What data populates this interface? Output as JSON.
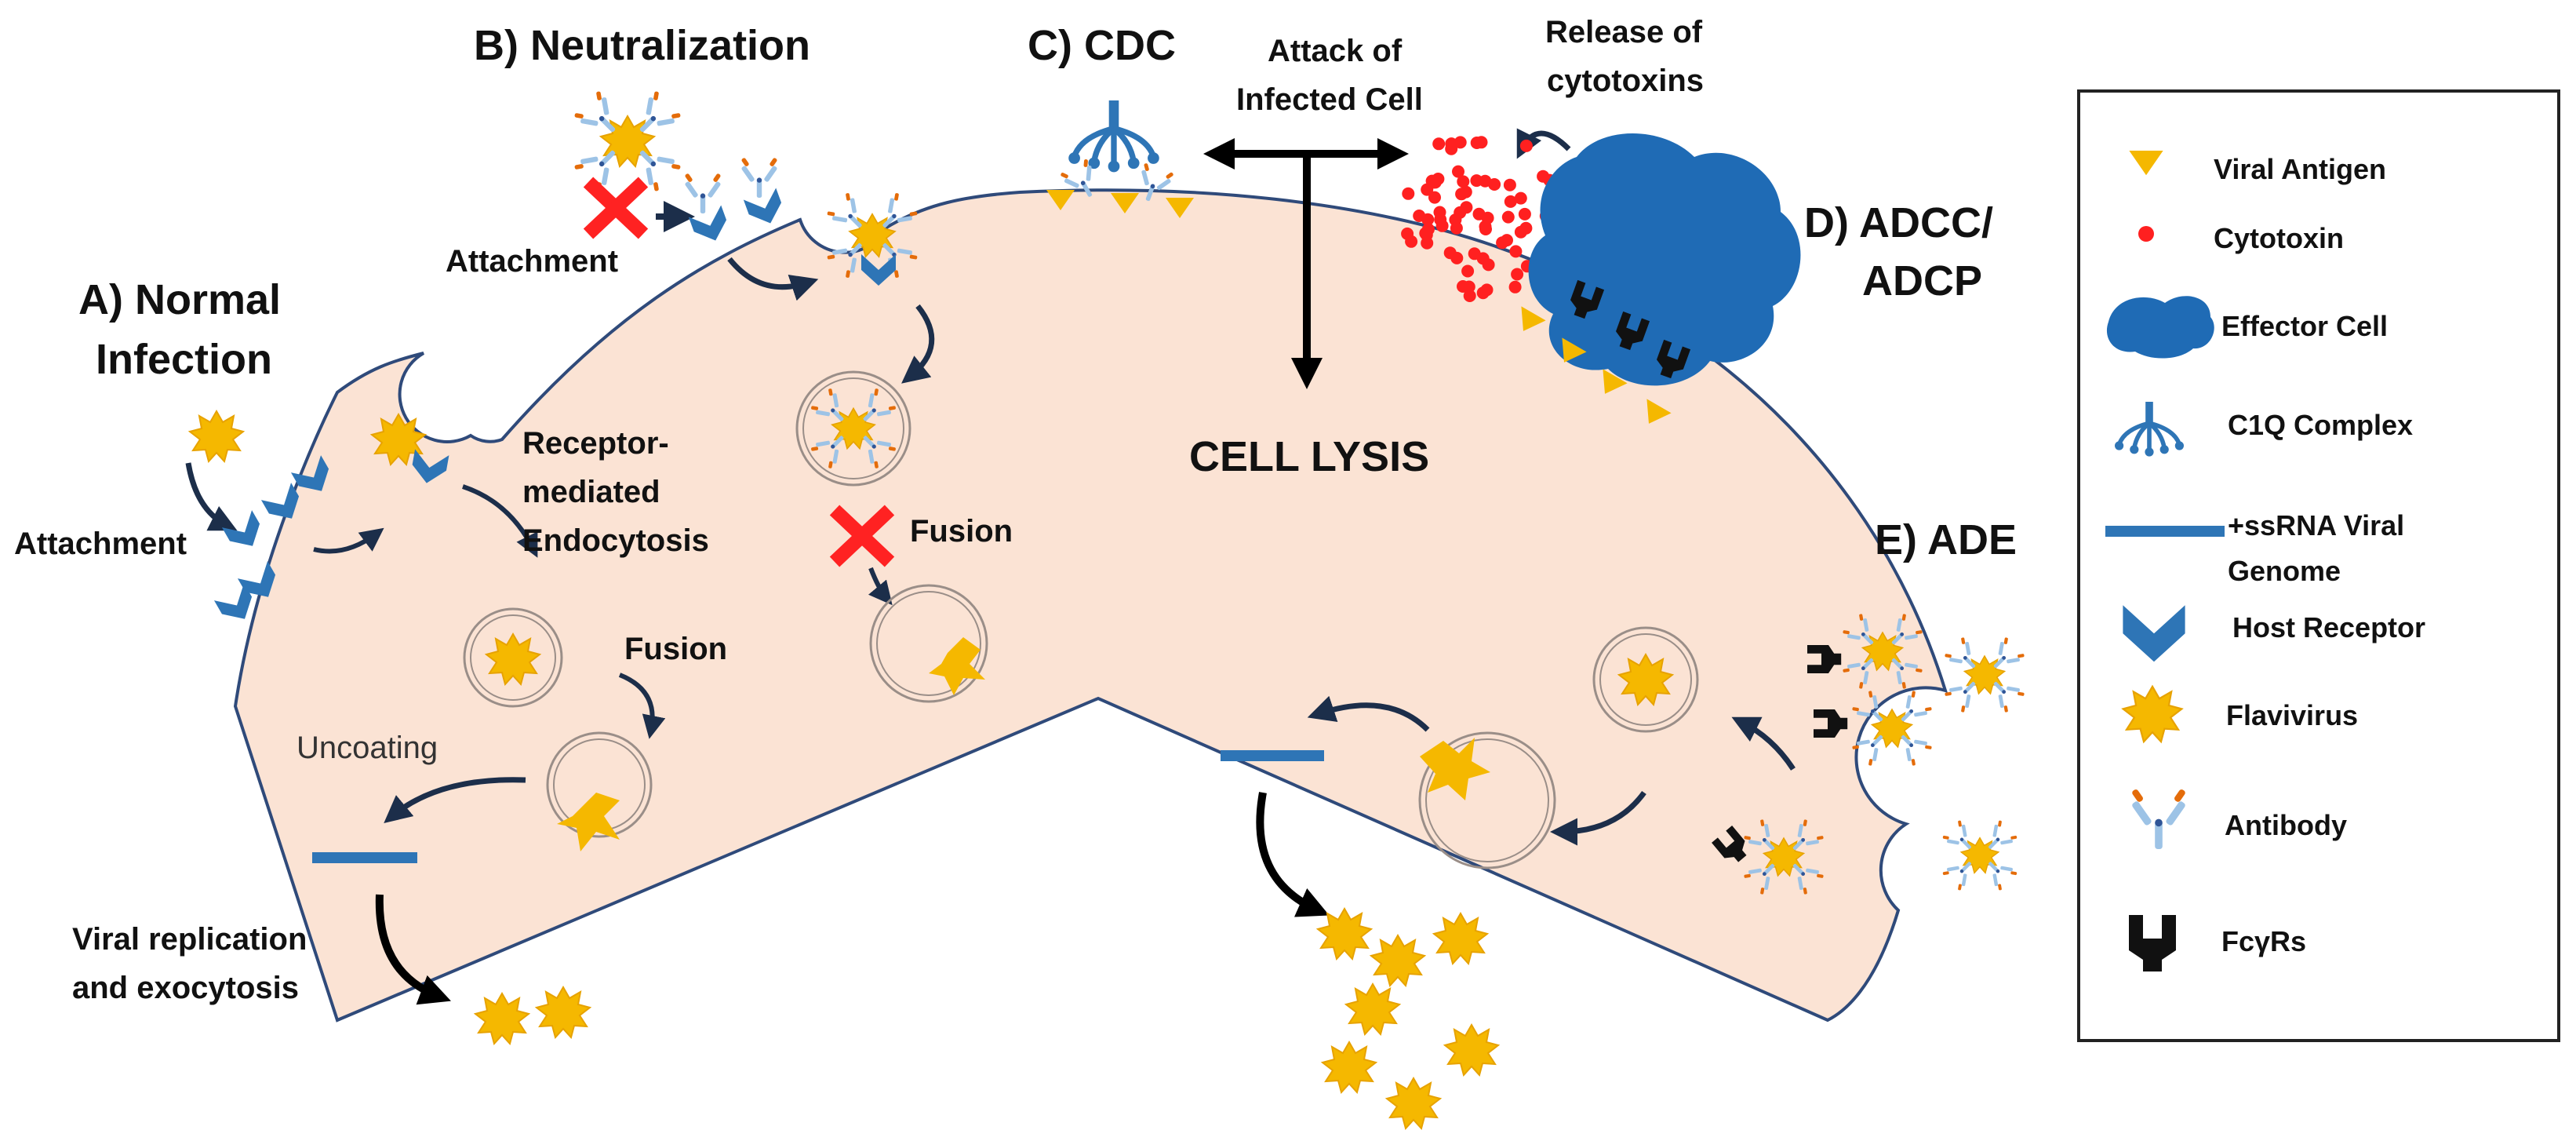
{
  "labels": {
    "normal_infection_1": "A) Normal",
    "normal_infection_2": "Infection",
    "neutralization": "B) Neutralization",
    "cdc": "C) CDC",
    "adcc_1": "D) ADCC/",
    "adcc_2": "ADCP",
    "ade": "E) ADE",
    "attack_1": "Attack of",
    "attack_2": "Infected Cell",
    "release_1": "Release of",
    "release_2": "cytotoxins",
    "cell_lysis": "CELL LYSIS",
    "attachment_a": "Attachment",
    "attachment_b": "Attachment",
    "rme_1": "Receptor-",
    "rme_2": "mediated",
    "rme_3": "Endocytosis",
    "fusion_a": "Fusion",
    "fusion_b": "Fusion",
    "uncoating": "Uncoating",
    "replication_1": "Viral replication",
    "replication_2": "and exocytosis"
  },
  "legend": {
    "items": [
      {
        "label": "Viral Antigen",
        "icon": "viral-antigen-icon"
      },
      {
        "label": "Cytotoxin",
        "icon": "cytotoxin-icon"
      },
      {
        "label": "Effector Cell",
        "icon": "effector-cell-icon"
      },
      {
        "label": "C1Q Complex",
        "icon": "c1q-complex-icon"
      },
      {
        "label": "+ssRNA Viral",
        "label2": "Genome",
        "icon": "rna-genome-icon"
      },
      {
        "label": "Host Receptor",
        "icon": "host-receptor-icon"
      },
      {
        "label": "Flavivirus",
        "icon": "flavivirus-icon"
      },
      {
        "label": "Antibody",
        "icon": "antibody-icon"
      },
      {
        "label": "FcγRs",
        "icon": "fcgr-icon"
      }
    ]
  },
  "colors": {
    "cell_fill": "#fbe3d4",
    "cell_stroke": "#2f4a7a",
    "virus": "#f5b800",
    "receptor": "#2e75b6",
    "effector": "#1f6bb5",
    "cytotoxin": "#ff2020",
    "arrow_dark": "#1c2e4a",
    "block": "#ff2222",
    "fcr": "#111111"
  }
}
